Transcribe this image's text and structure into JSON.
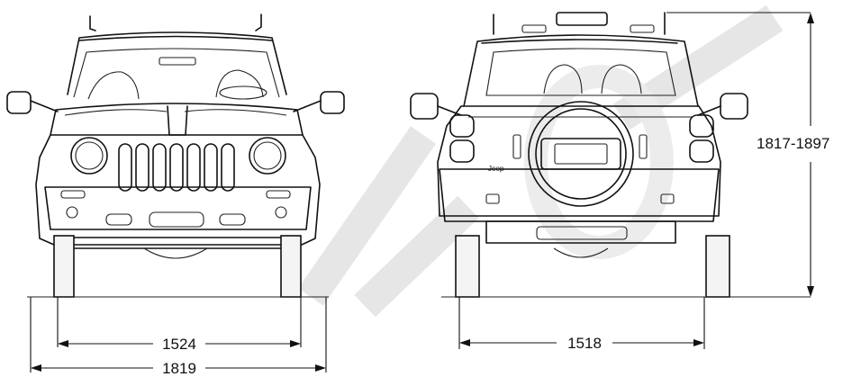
{
  "dimensions": {
    "front_track": "1524",
    "overall_width": "1819",
    "rear_track": "1518",
    "height": "1817-1897"
  },
  "badge": "Jeep"
}
